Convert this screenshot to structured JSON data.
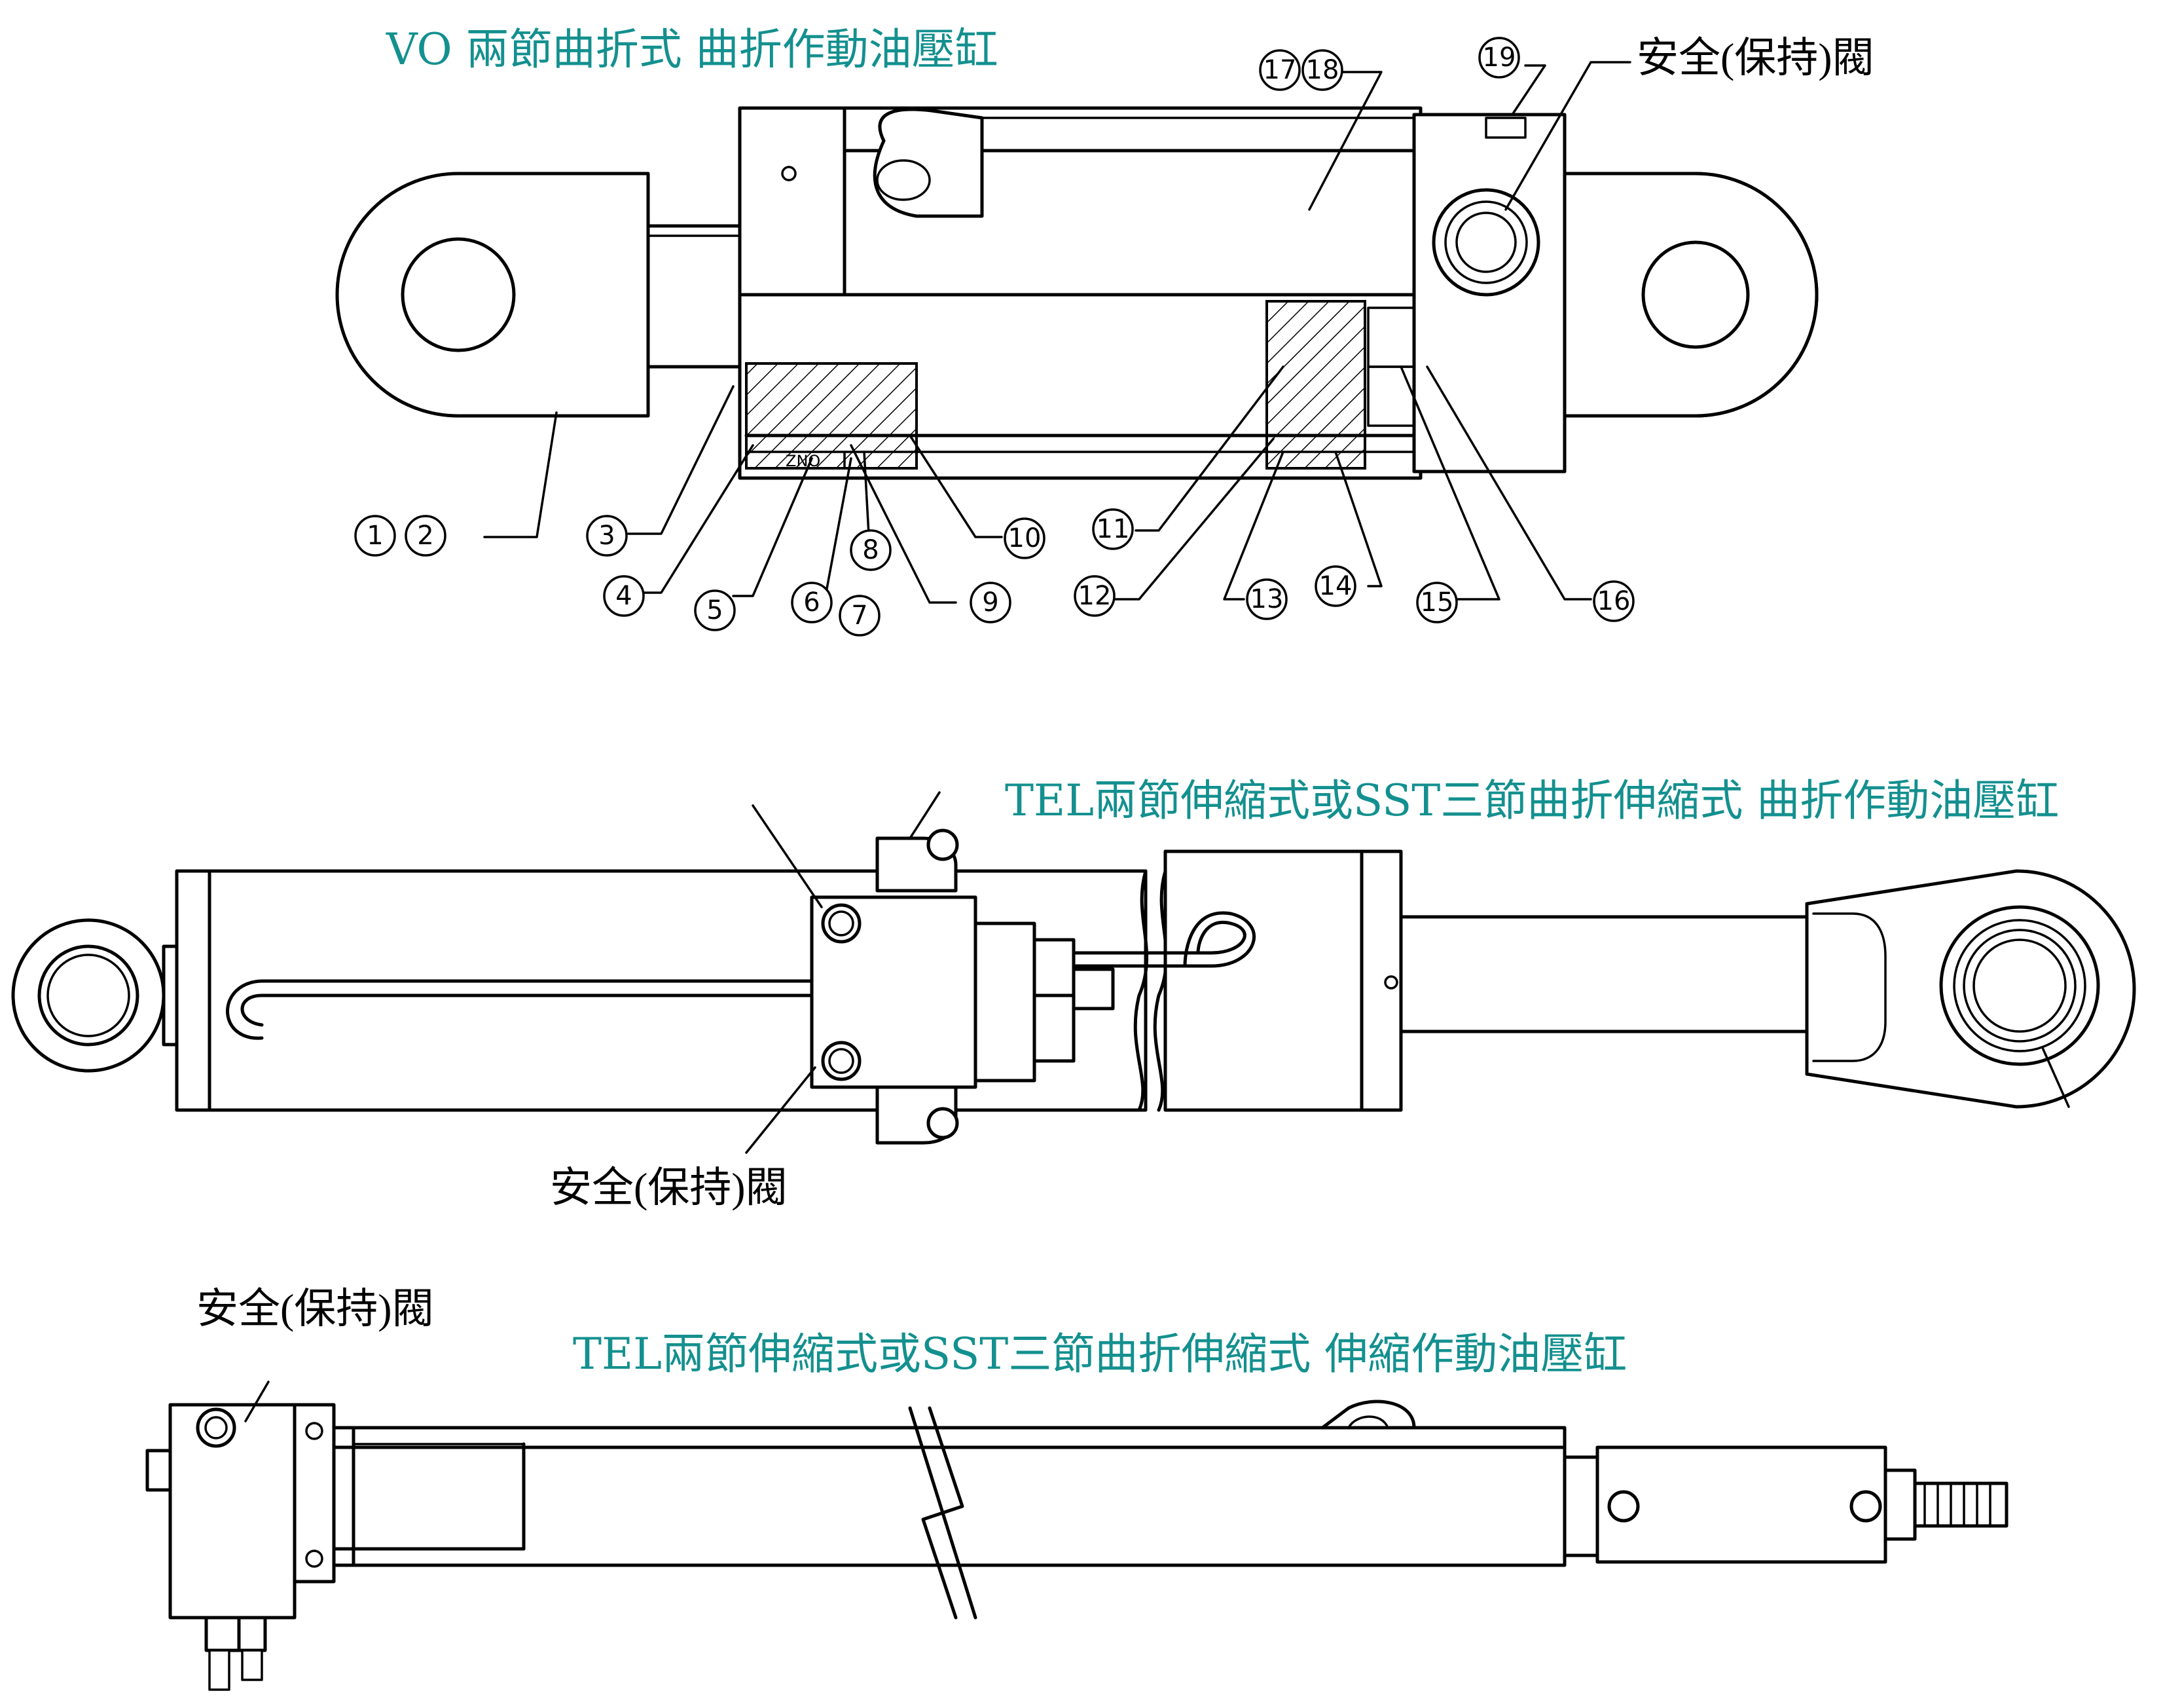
{
  "titles": {
    "vo": "VO 兩節曲折式  曲折作動油壓缸",
    "tel_fold": "TEL兩節伸縮式或SST三節曲折伸縮式  曲折作動油壓缸",
    "tel_tele": "TEL兩節伸縮式或SST三節曲折伸縮式  伸縮作動油壓缸"
  },
  "labels": {
    "safety_valve_top": "安全(保持)閥",
    "safety_valve_mid": "安全(保持)閥",
    "safety_valve_bottom": "安全(保持)閥"
  },
  "part_numbers": [
    "1",
    "2",
    "3",
    "4",
    "5",
    "6",
    "7",
    "8",
    "9",
    "10",
    "11",
    "12",
    "13",
    "14",
    "15",
    "16",
    "17",
    "18",
    "19"
  ],
  "markings": {
    "oring_code": "ZNO"
  },
  "colors": {
    "title": "#13908f",
    "line": "#000000",
    "background": "#ffffff"
  }
}
